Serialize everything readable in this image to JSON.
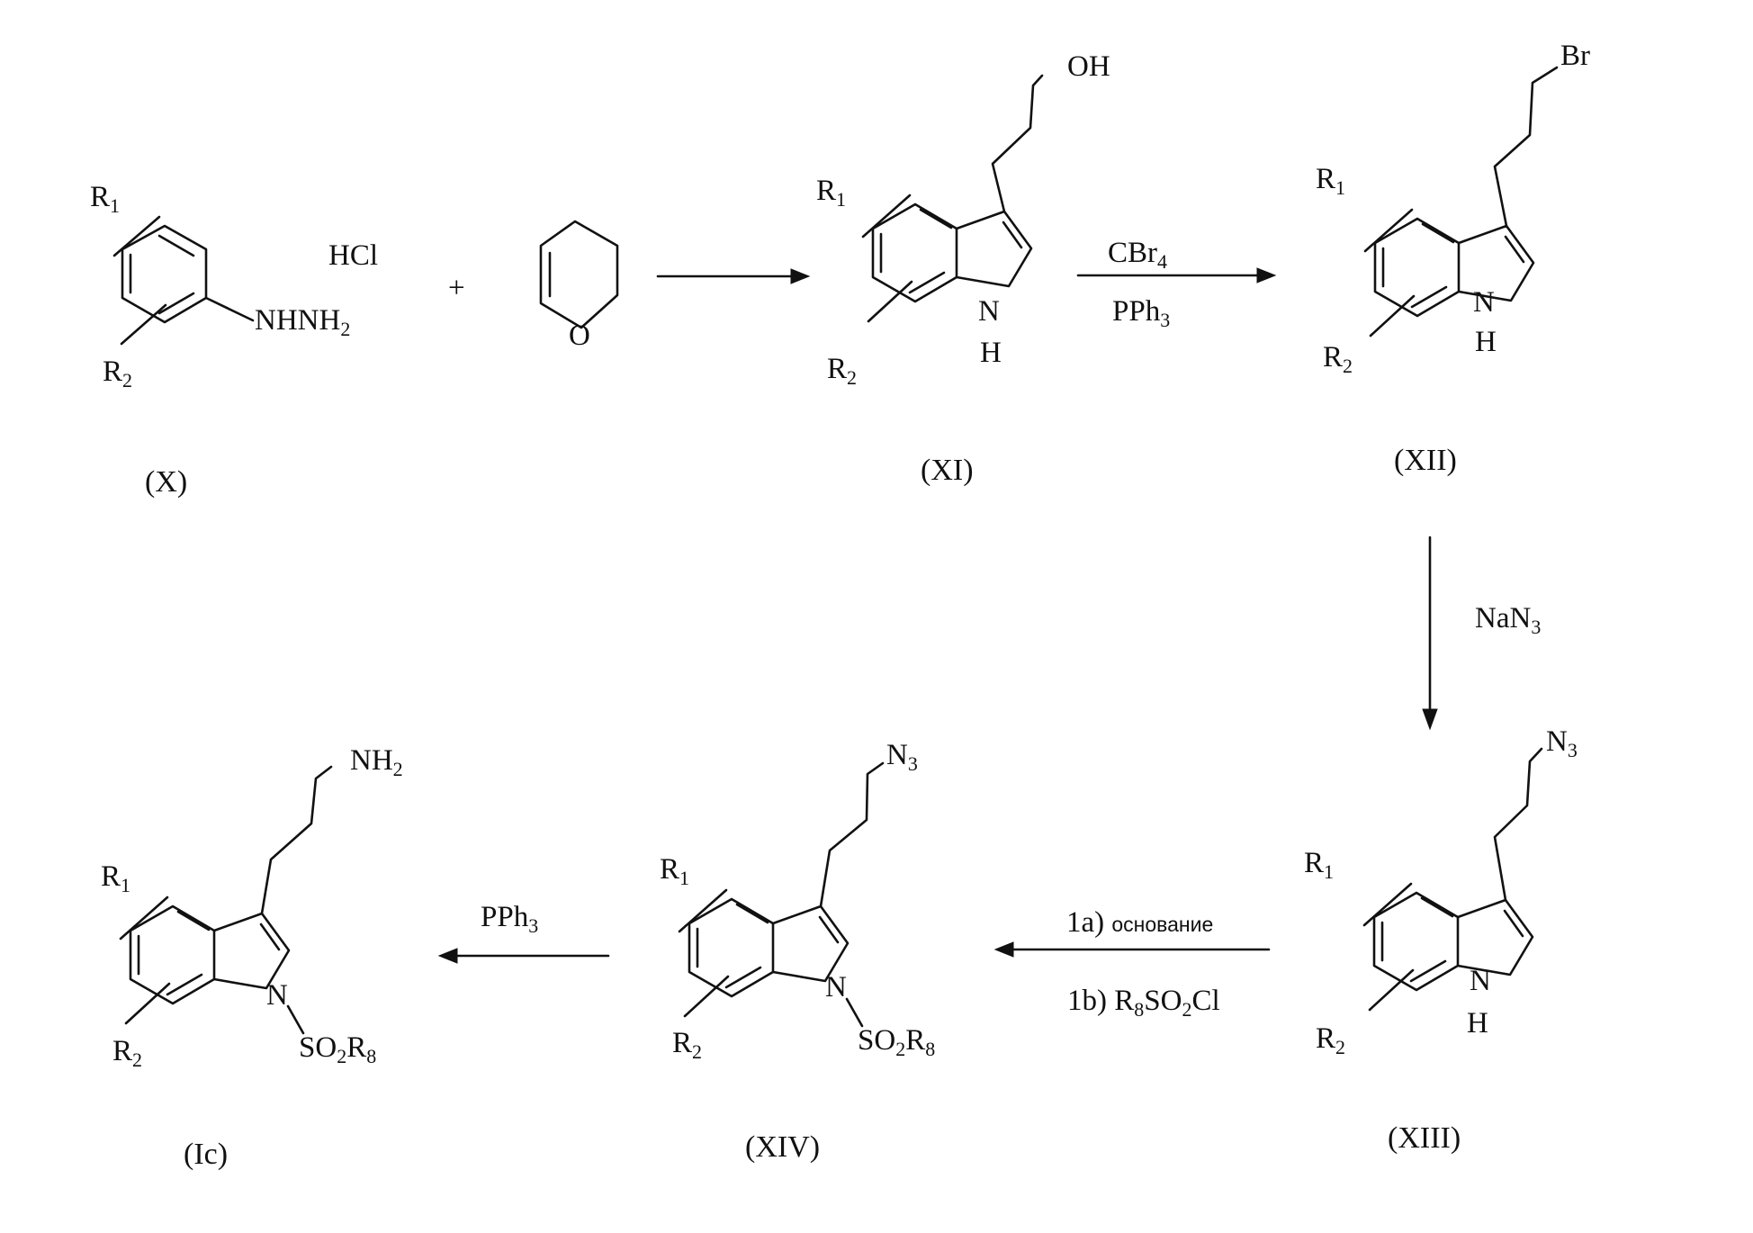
{
  "compound_ids": {
    "x": "(X)",
    "xi": "(XI)",
    "xii": "(XII)",
    "xiii": "(XIII)",
    "xiv": "(XIV)",
    "ic": "(Ic)"
  },
  "substituents": {
    "r": "R",
    "sub1": "1",
    "sub2": "2",
    "sub3": "3",
    "sub4": "4",
    "sub8": "8",
    "hcl": "HCl",
    "hydrazine": "NHNH",
    "ring_o": "O",
    "plus": "+",
    "n": "N",
    "h": "H",
    "oh": "OH",
    "br": "Br",
    "n3": "N",
    "nh2": "NH",
    "so2r8_so": "SO",
    "so2r8_r": "R"
  },
  "reagents": {
    "step1_top_c": "CBr",
    "step1_bottom": "PPh",
    "step2": "NaN",
    "step3a_num": "1a)",
    "step3a_word": "основание",
    "step3b_num": "1b)",
    "step3b_r": "R",
    "step3b_so": "SO",
    "step3b_cl": "Cl",
    "step4": "PPh"
  }
}
